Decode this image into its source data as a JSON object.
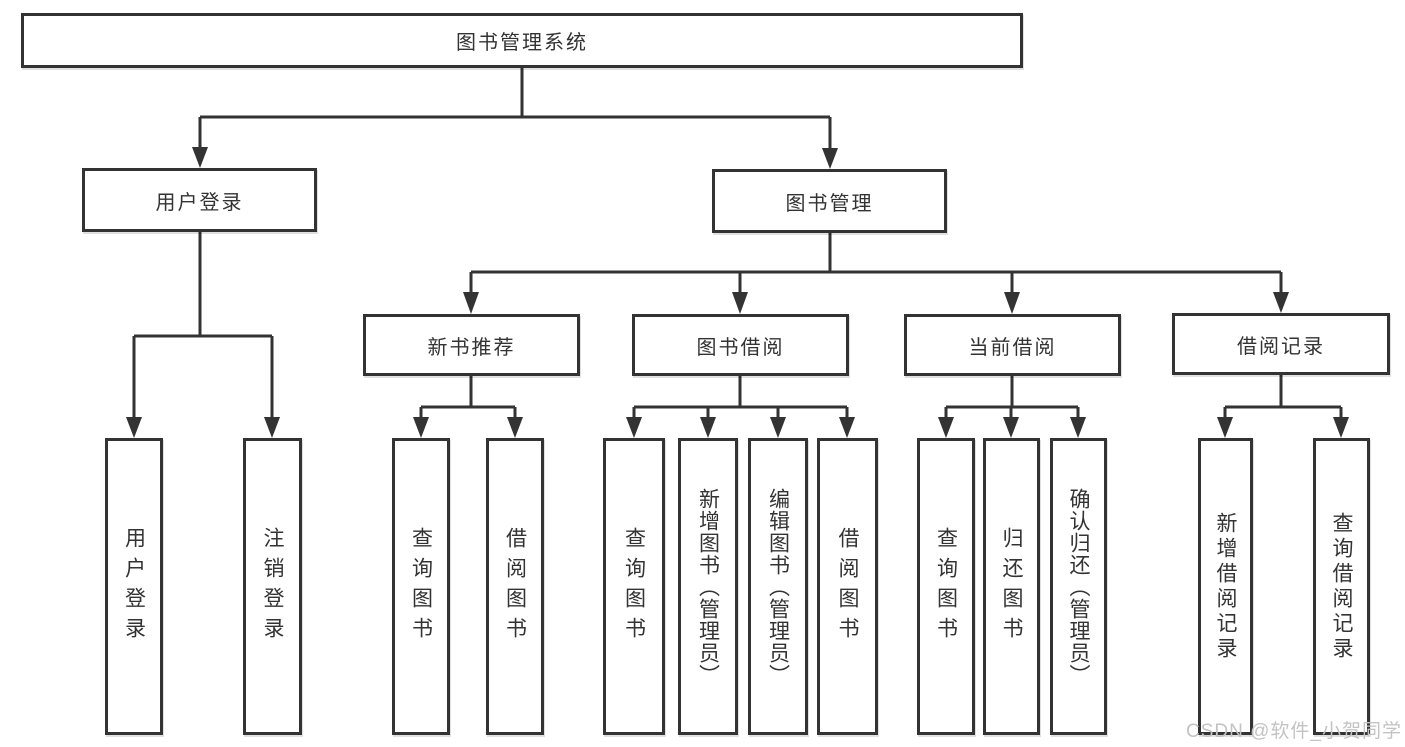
{
  "tree": {
    "label": "图书管理系统",
    "children": [
      {
        "label": "用户登录",
        "children": [
          {
            "label": "用户登录"
          },
          {
            "label": "注销登录"
          }
        ]
      },
      {
        "label": "图书管理",
        "children": [
          {
            "label": "新书推荐",
            "children": [
              {
                "label": "查询图书"
              },
              {
                "label": "借阅图书"
              }
            ]
          },
          {
            "label": "图书借阅",
            "children": [
              {
                "label": "查询图书"
              },
              {
                "label": "新增图书（管理员）"
              },
              {
                "label": "编辑图书（管理员）"
              },
              {
                "label": "借阅图书"
              }
            ]
          },
          {
            "label": "当前借阅",
            "children": [
              {
                "label": "查询图书"
              },
              {
                "label": "归还图书"
              },
              {
                "label": "确认归还（管理员）"
              }
            ]
          },
          {
            "label": "借阅记录",
            "children": [
              {
                "label": "新增借阅记录"
              },
              {
                "label": "查询借阅记录"
              }
            ]
          }
        ]
      }
    ]
  },
  "watermark": {
    "text": "CSDN @软件_小贺同学"
  },
  "colors": {
    "line": "#333333",
    "text": "#333333",
    "box_background": "#ffffff",
    "watermark": "#c3c3c3",
    "page_background": "#ffffff"
  }
}
